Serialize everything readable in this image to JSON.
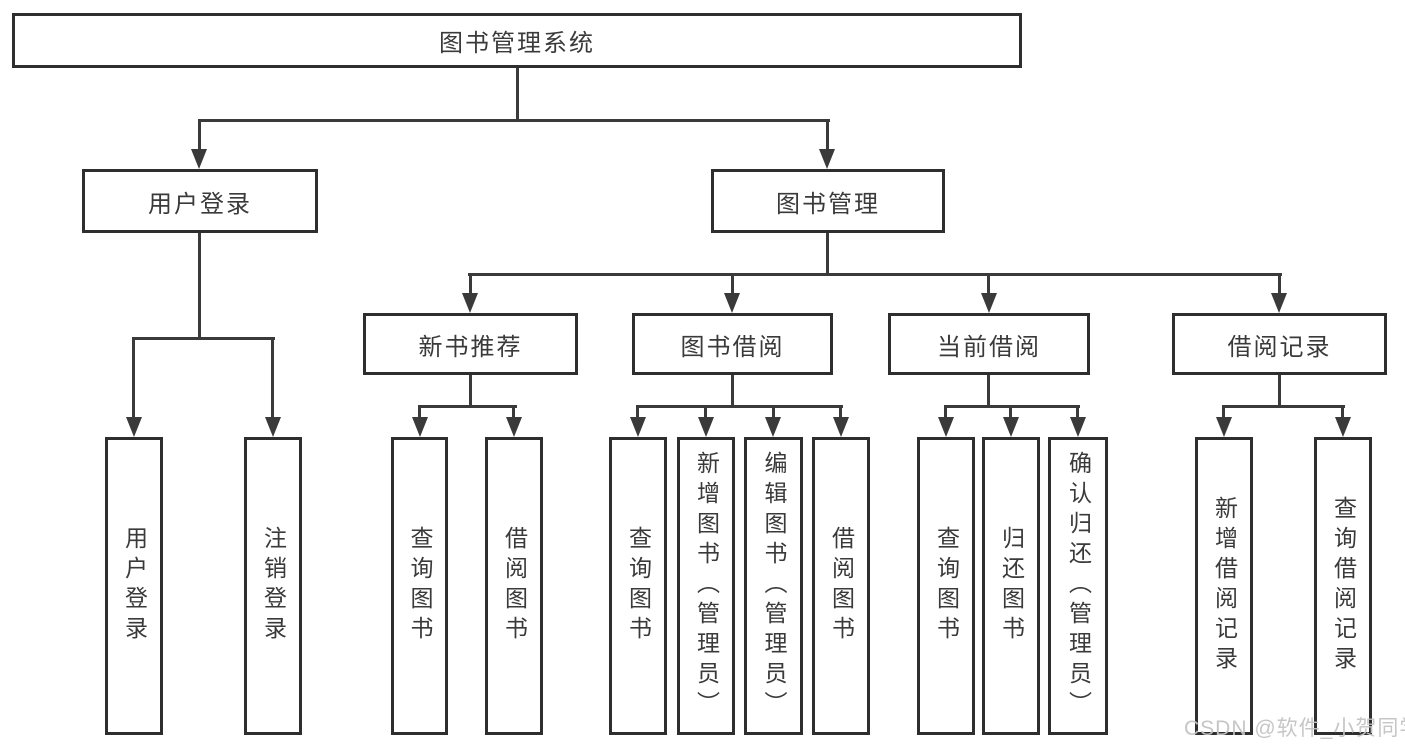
{
  "tree": {
    "label": "图书管理系统",
    "children": [
      {
        "label": "用户登录",
        "children": [
          {
            "label": "用户登录"
          },
          {
            "label": "注销登录"
          }
        ]
      },
      {
        "label": "图书管理",
        "children": [
          {
            "label": "新书推荐",
            "children": [
              {
                "label": "查询图书"
              },
              {
                "label": "借阅图书"
              }
            ]
          },
          {
            "label": "图书借阅",
            "children": [
              {
                "label": "查询图书"
              },
              {
                "label": "新增图书（管理员）"
              },
              {
                "label": "编辑图书（管理员）"
              },
              {
                "label": "借阅图书"
              }
            ]
          },
          {
            "label": "当前借阅",
            "children": [
              {
                "label": "查询图书"
              },
              {
                "label": "归还图书"
              },
              {
                "label": "确认归还（管理员）"
              }
            ]
          },
          {
            "label": "借阅记录",
            "children": [
              {
                "label": "新增借阅记录"
              },
              {
                "label": "查询借阅记录"
              }
            ]
          }
        ]
      }
    ]
  },
  "watermark": {
    "text": "CSDN @软件_小贺同学"
  },
  "colors": {
    "line": "#3a3a3a",
    "box_border": "#2e2e2e",
    "text": "#3a3a3a",
    "watermark": "#c3c3c3",
    "background": "#ffffff"
  }
}
